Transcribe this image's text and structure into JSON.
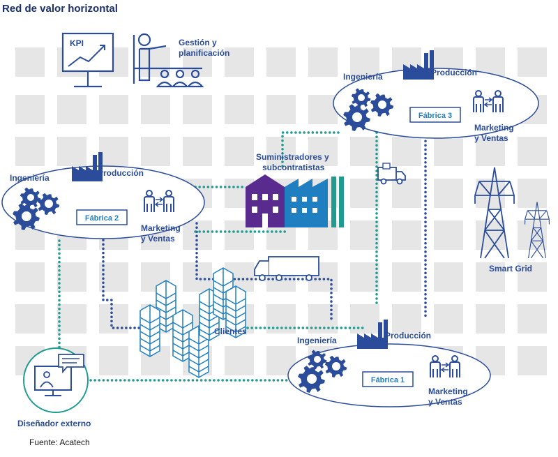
{
  "title": "Red de valor horizontal",
  "source": "Fuente: Acatech",
  "colors": {
    "navy": "#2a4c9a",
    "blue": "#1f7fc1",
    "teal": "#1f9c8f",
    "purple": "#5a2b8f",
    "grid": "#e6e6e6"
  },
  "labels": {
    "kpi": "KPI",
    "gestion": [
      "Gestión y",
      "planificación"
    ],
    "suministradores": [
      "Suministradores y",
      "subcontratistas"
    ],
    "smart_grid": "Smart Grid",
    "clientes": "Clientes",
    "disenador": "Diseñador externo"
  },
  "factories": [
    {
      "id": "fabrica-3",
      "name": "Fábrica 3",
      "ingenieria": "Ingeniería",
      "produccion": "Producción",
      "marketing": [
        "Marketing",
        "y Ventas"
      ]
    },
    {
      "id": "fabrica-2",
      "name": "Fábrica 2",
      "ingenieria": "Ingeniería",
      "produccion": "Producción",
      "marketing": [
        "Marketing",
        "y Ventas"
      ]
    },
    {
      "id": "fabrica-1",
      "name": "Fábrica 1",
      "ingenieria": "Ingeniería",
      "produccion": "Producción",
      "marketing": [
        "Marketing",
        "y Ventas"
      ]
    }
  ]
}
